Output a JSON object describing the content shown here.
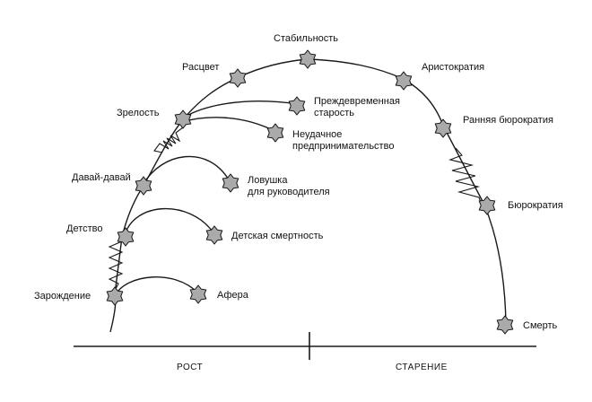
{
  "stages": {
    "stabilnost": "Стабильность",
    "rascvet": "Расцвет",
    "aristokratiya": "Аристократия",
    "zrelost": "Зрелость",
    "rannyaya_byurokratiya": "Ранняя бюрократия",
    "davai_davai": "Давай-давай",
    "detstvo": "Детство",
    "byurokratiya": "Бюрократия",
    "zarozhdenie": "Зарождение",
    "smert": "Смерть"
  },
  "traps": {
    "prezhdevremennaya_1": "Преждевременная",
    "prezhdevremennaya_2": "старость",
    "neudachnoe_1": "Неудачное",
    "neudachnoe_2": "предпринимательство",
    "lovushka_1": "Ловушка",
    "lovushka_2": "для руководителя",
    "detskaya_smertnost": "Детская смертность",
    "afera": "Афера"
  },
  "axis": {
    "growth": "РОСТ",
    "aging": "СТАРЕНИЕ"
  }
}
